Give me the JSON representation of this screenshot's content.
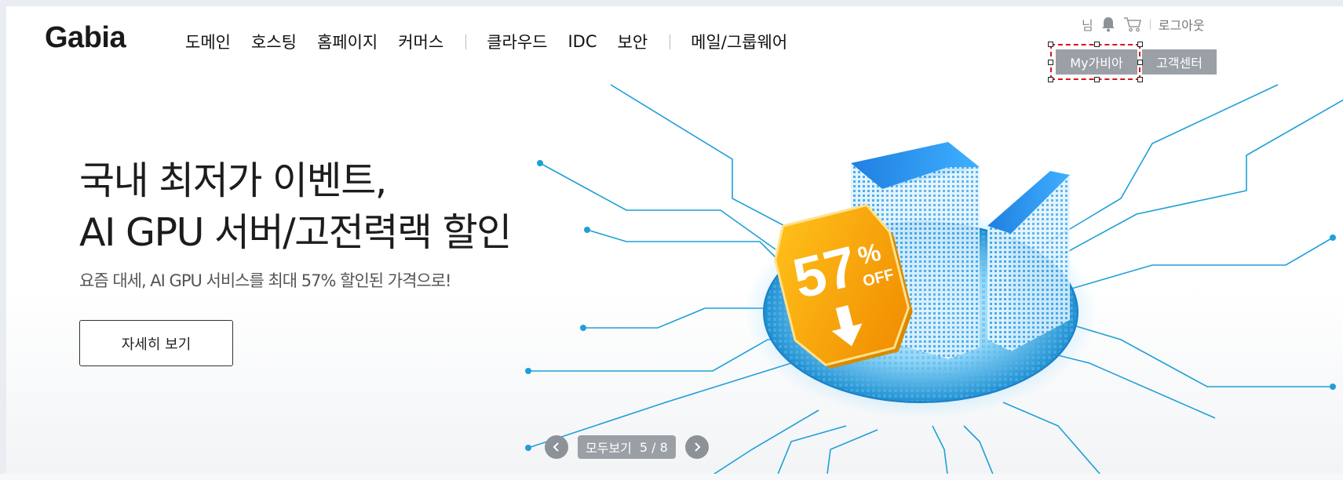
{
  "header": {
    "logo": "Gabia",
    "nav": [
      {
        "label": "도메인"
      },
      {
        "label": "호스팅"
      },
      {
        "label": "홈페이지"
      },
      {
        "label": "커머스"
      },
      {
        "label": "클라우드"
      },
      {
        "label": "IDC"
      },
      {
        "label": "보안"
      },
      {
        "label": "메일/그룹웨어"
      }
    ],
    "util": {
      "user_suffix": "님",
      "logout": "로그아웃",
      "icons": [
        "bell-icon",
        "cart-icon"
      ]
    },
    "my_gabia": "My가비아",
    "customer_center": "고객센터"
  },
  "hero": {
    "title_line1": "국내 최저가 이벤트,",
    "title_line2": "AI GPU 서버/고전력랙 할인",
    "subtitle": "요즘 대세, AI GPU 서비스를 최대 57% 할인된 가격으로!",
    "cta": "자세히 보기",
    "badge_percent": "57",
    "badge_symbol": "%",
    "badge_off": "OFF"
  },
  "slider": {
    "view_all": "모두보기",
    "current": "5",
    "total": "8",
    "separator": "/",
    "prev_icon": "chevron-left-icon",
    "next_icon": "chevron-right-icon"
  },
  "colors": {
    "button_gray": "#9aa0a6",
    "circuit_blue": "#1e9fd8",
    "badge_orange": "#f3a000",
    "selection_red": "#d9141c"
  }
}
